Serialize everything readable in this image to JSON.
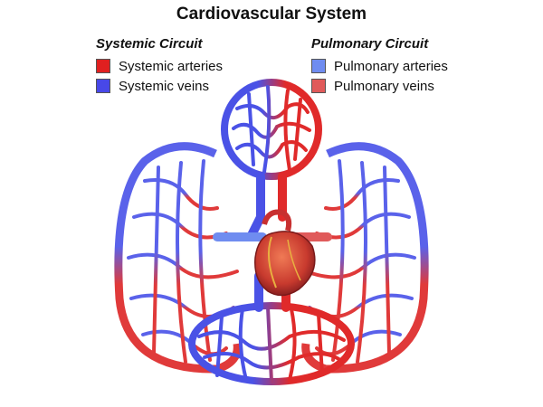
{
  "title": "Cardiovascular System",
  "legend": {
    "systemic": {
      "heading": "Systemic Circuit",
      "items": [
        {
          "label": "Systemic arteries",
          "color": "#e02020"
        },
        {
          "label": "Systemic veins",
          "color": "#4848e8"
        }
      ]
    },
    "pulmonary": {
      "heading": "Pulmonary Circuit",
      "items": [
        {
          "label": "Pulmonary arteries",
          "color": "#6f8cf0"
        },
        {
          "label": "Pulmonary veins",
          "color": "#e05a5a"
        }
      ]
    }
  },
  "colors": {
    "artery": "#e02a2a",
    "vein": "#4a52e6",
    "heart": "#d94a3a"
  }
}
